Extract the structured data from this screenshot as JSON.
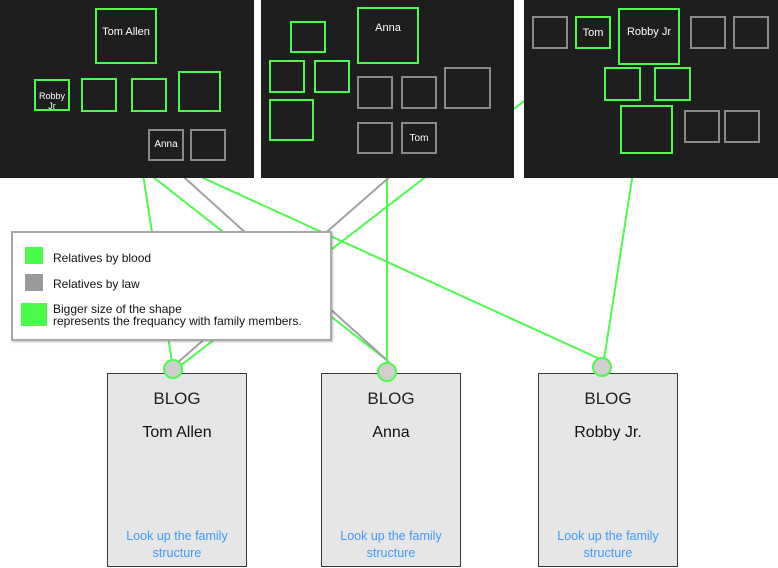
{
  "panels": [
    {
      "boxes": [
        {
          "label": "Tom Allen",
          "type": "blood"
        },
        {
          "label": "Robby Jr",
          "type": "blood"
        },
        {
          "label": "",
          "type": "blood"
        },
        {
          "label": "",
          "type": "blood"
        },
        {
          "label": "",
          "type": "blood"
        },
        {
          "label": "Anna",
          "type": "law"
        },
        {
          "label": "",
          "type": "law"
        }
      ]
    },
    {
      "boxes": [
        {
          "label": "",
          "type": "blood"
        },
        {
          "label": "Anna",
          "type": "blood"
        },
        {
          "label": "",
          "type": "blood"
        },
        {
          "label": "",
          "type": "blood"
        },
        {
          "label": "",
          "type": "blood"
        },
        {
          "label": "",
          "type": "law"
        },
        {
          "label": "",
          "type": "law"
        },
        {
          "label": "",
          "type": "law"
        },
        {
          "label": "",
          "type": "law"
        },
        {
          "label": "Tom",
          "type": "law"
        }
      ]
    },
    {
      "boxes": [
        {
          "label": "",
          "type": "law"
        },
        {
          "label": "Tom",
          "type": "blood"
        },
        {
          "label": "Robby Jr",
          "type": "blood"
        },
        {
          "label": "",
          "type": "law"
        },
        {
          "label": "",
          "type": "law"
        },
        {
          "label": "",
          "type": "blood"
        },
        {
          "label": "",
          "type": "blood"
        },
        {
          "label": "",
          "type": "blood"
        },
        {
          "label": "",
          "type": "law"
        },
        {
          "label": "",
          "type": "law"
        }
      ]
    }
  ],
  "legend": {
    "blood_label": "Relatives by blood",
    "law_label": "Relatives by law",
    "size_note_line1": "Bigger size of the shape",
    "size_note_line2": "represents the frequancy with family members."
  },
  "cards": [
    {
      "title": "BLOG",
      "name": "Tom Allen",
      "link_line1": "Look up the family",
      "link_line2": "structure"
    },
    {
      "title": "BLOG",
      "name": "Anna",
      "link_line1": "Look up the family",
      "link_line2": "structure"
    },
    {
      "title": "BLOG",
      "name": "Robby Jr.",
      "link_line1": "Look up the family",
      "link_line2": "structure"
    }
  ],
  "colors": {
    "blood": "#4cfa4c",
    "law": "#8a8a8a",
    "panel_bg": "#1e1e1e",
    "link": "#3b9bff"
  }
}
